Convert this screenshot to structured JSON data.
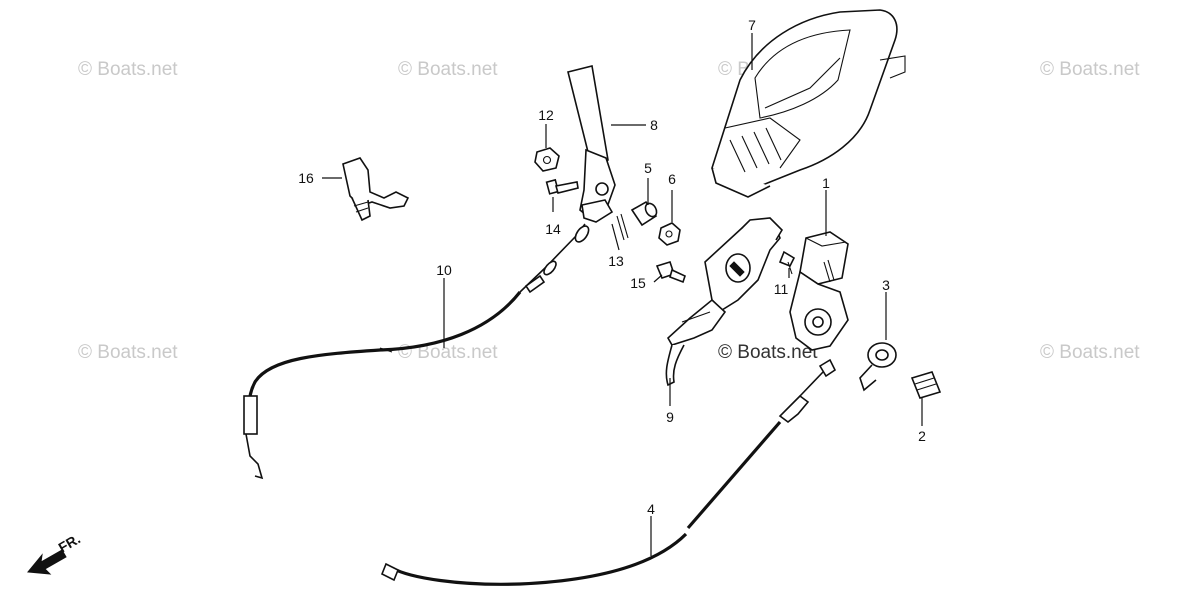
{
  "watermarks": [
    "© Boats.net",
    "© Boats.net",
    "© Boats.net",
    "© Boats.net",
    "© Boats.net",
    "© Boats.net",
    "© Boats.net",
    "© Boats.net"
  ],
  "part_numbers": [
    "1",
    "2",
    "3",
    "4",
    "5",
    "6",
    "7",
    "8",
    "9",
    "10",
    "11",
    "12",
    "13",
    "14",
    "15",
    "16"
  ],
  "direction_label": "FR."
}
